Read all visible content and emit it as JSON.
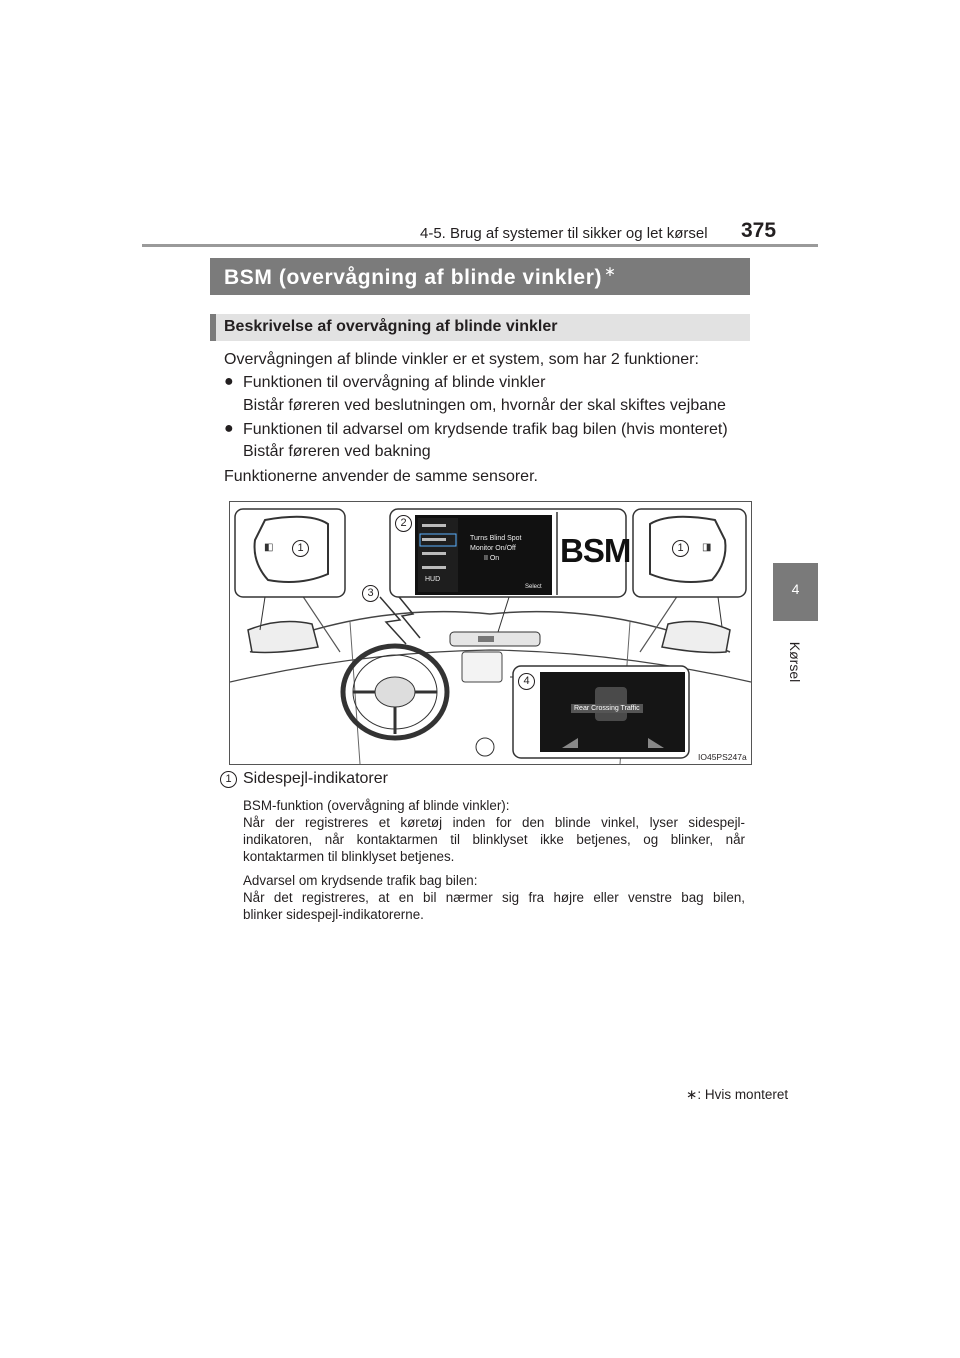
{
  "header": {
    "section": "4-5. Brug af systemer til sikker og let kørsel",
    "page_number": "375"
  },
  "side_tab": {
    "number": "4",
    "label": "Kørsel"
  },
  "title": {
    "text": "BSM (overvågning af blinde vinkler)",
    "marker": "∗"
  },
  "subtitle": "Beskrivelse af overvågning af blinde vinkler",
  "intro": "Overvågningen af blinde vinkler er et system, som har 2 funktioner:",
  "bullets": [
    {
      "mark": "●",
      "title": "Funktionen til overvågning af blinde vinkler",
      "desc": "Bistår føreren ved beslutningen om, hvornår der skal skiftes vejbane"
    },
    {
      "mark": "●",
      "title": "Funktionen til advarsel om krydsende trafik bag bilen (hvis monteret)",
      "desc": "Bistår føreren ved bakning"
    }
  ],
  "sensors_note": "Funktionerne anvender de samme sensorer.",
  "figure": {
    "code": "IO45PS247a",
    "callouts": [
      "1",
      "2",
      "3",
      "4",
      "1"
    ],
    "center_screen": {
      "line1": "Turns Blind Spot",
      "line2": "Monitor On/Off",
      "line3": "II On",
      "hud": "HUD",
      "select": "Select"
    },
    "bsm_label": "BSM",
    "rear_screen_label": "Rear Crossing Traffic"
  },
  "legend": {
    "number": "1",
    "title": "Sidespejl-indikatorer",
    "p1_head": "BSM-funktion (overvågning af blinde vinkler):",
    "p1_line1": "Når der registreres et køretøj inden for den blinde vinkel, lyser sidespejl-",
    "p1_line2": "indikatoren, når kontaktarmen til blinklyset ikke betjenes, og blinker, når",
    "p1_line3": "kontaktarmen til blinklyset betjenes.",
    "p2_head": "Advarsel om krydsende trafik bag bilen:",
    "p2_line1": "Når det registreres, at en bil nærmer sig fra højre eller venstre bag bilen,",
    "p2_line2": "blinker sidespejl-indikatorerne."
  },
  "footnote": {
    "marker": "∗",
    "text": ": Hvis monteret"
  }
}
